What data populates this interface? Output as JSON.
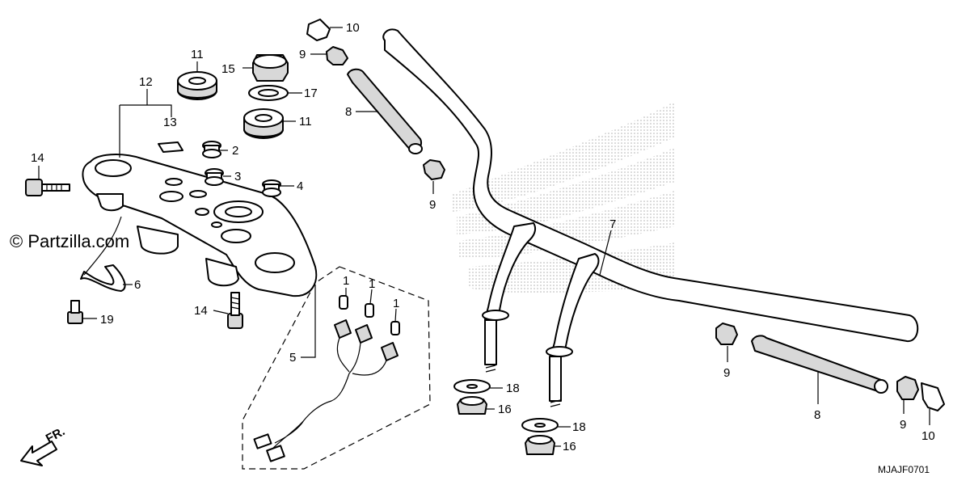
{
  "watermark": "© Partzilla.com",
  "diagram_code": "MJAJF0701",
  "direction_label": "FR.",
  "callouts": {
    "c1a": "1",
    "c1b": "1",
    "c1c": "1",
    "c2": "2",
    "c3": "3",
    "c4": "4",
    "c5": "5",
    "c6": "6",
    "c7": "7",
    "c8a": "8",
    "c8b": "8",
    "c9a": "9",
    "c9b": "9",
    "c9c": "9",
    "c9d": "9",
    "c10a": "10",
    "c10b": "10",
    "c11a": "11",
    "c11b": "11",
    "c12": "12",
    "c13": "13",
    "c14a": "14",
    "c14b": "14",
    "c15": "15",
    "c16a": "16",
    "c16b": "16",
    "c17": "17",
    "c18a": "18",
    "c18b": "18",
    "c19": "19"
  }
}
